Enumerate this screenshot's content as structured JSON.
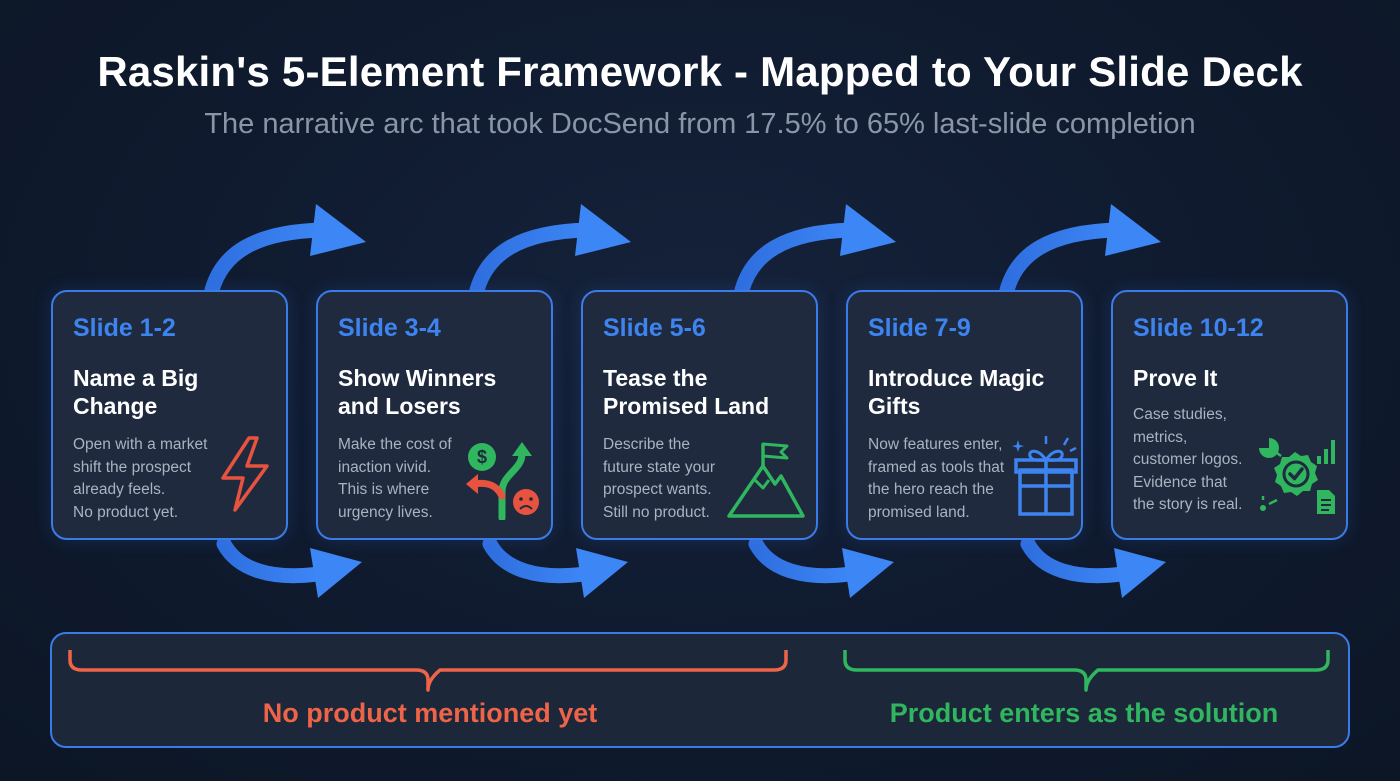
{
  "title": "Raskin's 5-Element Framework - Mapped to Your Slide Deck",
  "subtitle": "The narrative arc that took DocSend from 17.5% to 65% last-slide completion",
  "colors": {
    "accent_blue": "#3b7be8",
    "red": "#ee6448",
    "green": "#2fb65e"
  },
  "cards": [
    {
      "slide": "Slide 1-2",
      "heading": "Name a Big Change",
      "description": "Open with a market\nshift the prospect\nalready feels.\nNo product yet.",
      "icon": "lightning-icon"
    },
    {
      "slide": "Slide 3-4",
      "heading": "Show Winners and Losers",
      "description": "Make the cost of\ninaction vivid.\nThis is where\nurgency lives.",
      "icon": "winners-losers-icon"
    },
    {
      "slide": "Slide 5-6",
      "heading": "Tease the Promised Land",
      "description": "Describe the\nfuture state your\nprospect wants.\nStill no product.",
      "icon": "mountain-flag-icon"
    },
    {
      "slide": "Slide 7-9",
      "heading": "Introduce Magic Gifts",
      "description": "Now features enter,\nframed as tools that\nthe hero reach the\npromised land.",
      "icon": "gift-icon"
    },
    {
      "slide": "Slide 10-12",
      "heading": "Prove It",
      "description": "Case studies,\nmetrics,\ncustomer logos.\nEvidence that\nthe story is real.",
      "icon": "verified-badge-icon"
    }
  ],
  "bottom": {
    "left_label": "No product mentioned yet",
    "right_label": "Product enters as the solution"
  }
}
